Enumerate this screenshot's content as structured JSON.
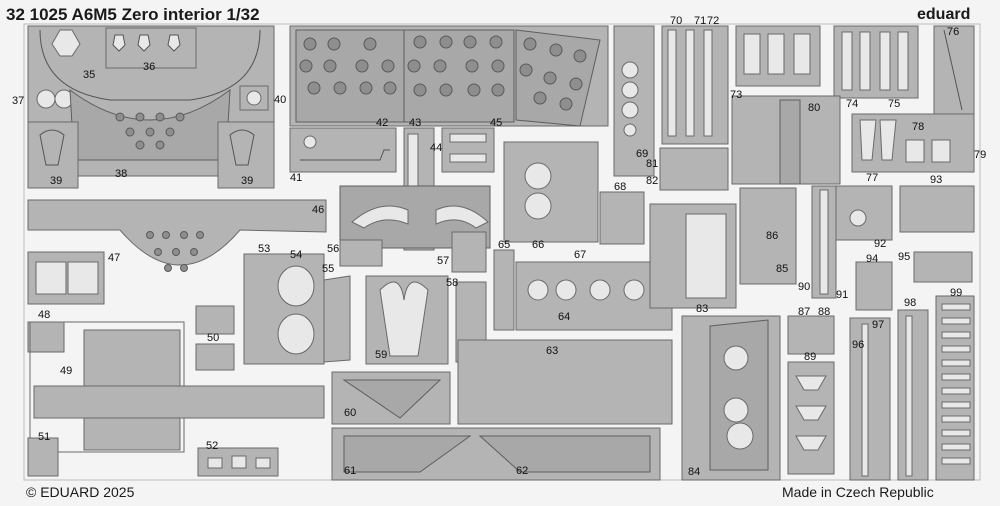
{
  "header": {
    "title": "32 1025 A6M5 Zero interior 1/32",
    "brand": "eduard"
  },
  "footer": {
    "copyright": "© EDUARD 2025",
    "origin": "Made in Czech Republic"
  },
  "part_numbers": [
    "35",
    "36",
    "37",
    "38",
    "39",
    "39",
    "40",
    "41",
    "42",
    "43",
    "44",
    "45",
    "46",
    "47",
    "48",
    "49",
    "50",
    "51",
    "52",
    "53",
    "54",
    "55",
    "56",
    "57",
    "58",
    "59",
    "60",
    "61",
    "62",
    "63",
    "64",
    "65",
    "66",
    "67",
    "68",
    "69",
    "70",
    "71",
    "72",
    "73",
    "74",
    "75",
    "76",
    "77",
    "78",
    "79",
    "80",
    "81",
    "82",
    "83",
    "84",
    "85",
    "86",
    "87",
    "88",
    "89",
    "90",
    "91",
    "92",
    "93",
    "94",
    "95",
    "96",
    "97",
    "98",
    "99"
  ],
  "colors": {
    "fret": "#f4f4f4",
    "part": "#b4b4b4",
    "outline": "#6a6a6a",
    "hole": "#8e8e8e"
  }
}
